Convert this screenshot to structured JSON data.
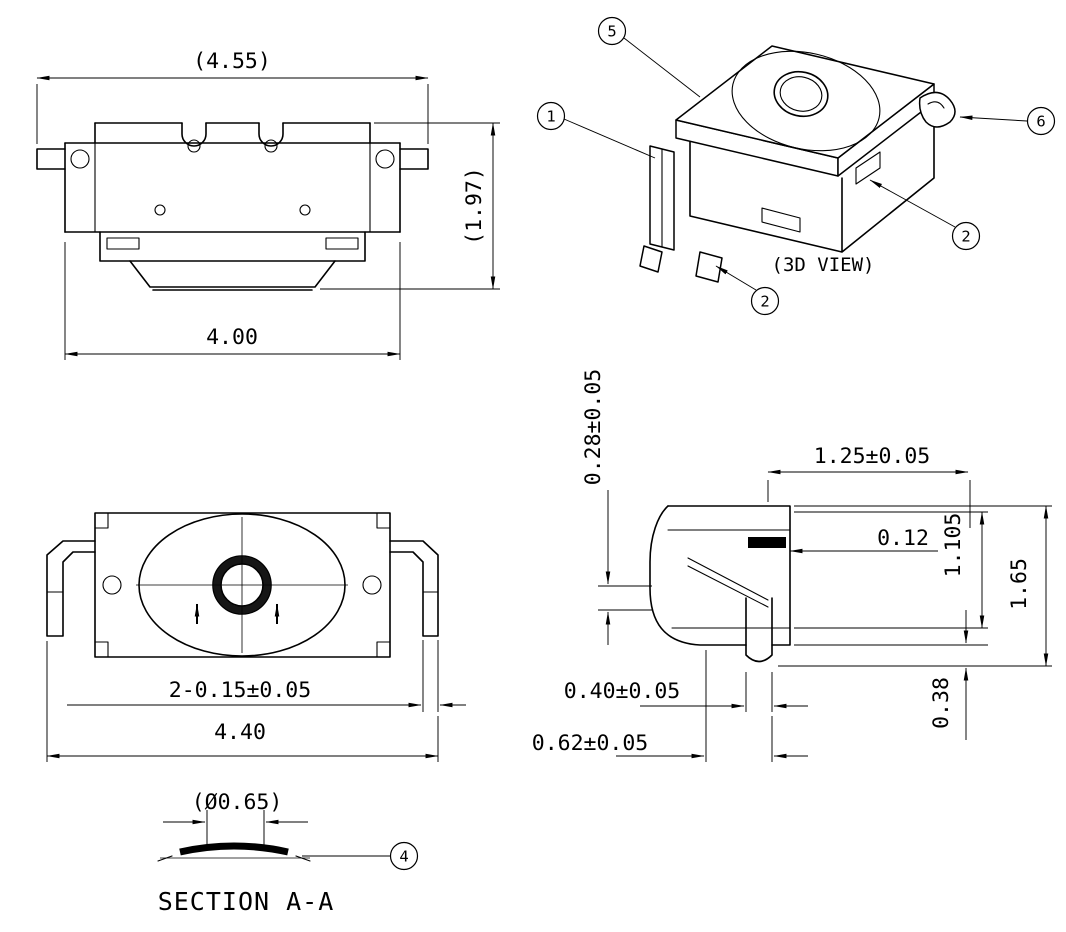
{
  "front_view": {
    "dim_overall_width": "(4.55)",
    "dim_body_width": "4.00",
    "dim_height": "(1.97)"
  },
  "iso_view": {
    "caption": "(3D VIEW)",
    "callouts": {
      "c1": "1",
      "c2a": "2",
      "c2b": "2",
      "c5": "5",
      "c6": "6"
    }
  },
  "top_view": {
    "dim_terminals": "2-0.15±0.05",
    "dim_overall_width": "4.40"
  },
  "side_view": {
    "dim_cover_height": "0.28±0.05",
    "dim_top_width": "1.25±0.05",
    "dim_step": "0.12",
    "dim_inner_height": "1.105",
    "dim_overall_height": "1.65",
    "dim_terminal_width": "0.40±0.05",
    "dim_terminal_drop": "0.38",
    "dim_terminal_offset": "0.62±0.05"
  },
  "section_aa": {
    "dim_dome_dia": "(Ø0.65)",
    "title": "SECTION A-A",
    "callout": "4"
  }
}
